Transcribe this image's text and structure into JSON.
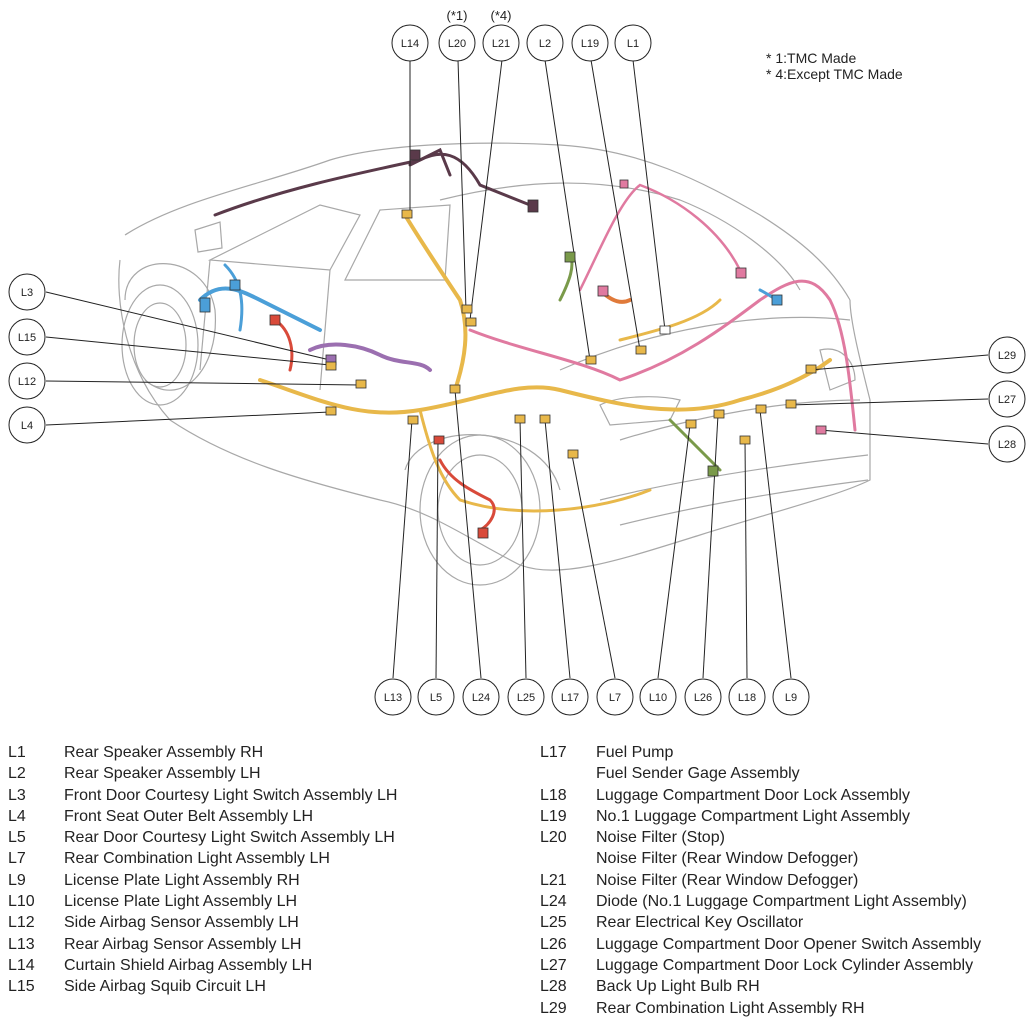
{
  "notes": {
    "note1": "* 1:TMC Made",
    "note4": "* 4:Except TMC Made"
  },
  "variant_marks": {
    "l20": "(*1)",
    "l21": "(*4)"
  },
  "callouts": {
    "top": [
      "L14",
      "L20",
      "L21",
      "L2",
      "L19",
      "L1"
    ],
    "left": [
      "L3",
      "L15",
      "L12",
      "L4"
    ],
    "right": [
      "L29",
      "L27",
      "L28"
    ],
    "bottom": [
      "L13",
      "L5",
      "L24",
      "L25",
      "L17",
      "L7",
      "L10",
      "L26",
      "L18",
      "L9"
    ]
  },
  "legend_left": [
    {
      "code": "L1",
      "desc": "Rear Speaker Assembly RH"
    },
    {
      "code": "L2",
      "desc": "Rear Speaker Assembly LH"
    },
    {
      "code": "L3",
      "desc": "Front Door Courtesy Light Switch Assembly LH"
    },
    {
      "code": "L4",
      "desc": "Front Seat Outer Belt Assembly LH"
    },
    {
      "code": "L5",
      "desc": "Rear Door Courtesy Light Switch Assembly LH"
    },
    {
      "code": "L7",
      "desc": "Rear Combination Light Assembly LH"
    },
    {
      "code": "L9",
      "desc": "License Plate Light Assembly RH"
    },
    {
      "code": "L10",
      "desc": "License Plate Light Assembly LH"
    },
    {
      "code": "L12",
      "desc": "Side Airbag Sensor Assembly LH"
    },
    {
      "code": "L13",
      "desc": "Rear Airbag Sensor Assembly LH"
    },
    {
      "code": "L14",
      "desc": "Curtain Shield Airbag Assembly LH"
    },
    {
      "code": "L15",
      "desc": "Side Airbag Squib Circuit LH"
    }
  ],
  "legend_right": [
    {
      "code": "L17",
      "desc": "Fuel Pump"
    },
    {
      "code": "",
      "desc": "Fuel Sender Gage Assembly"
    },
    {
      "code": "L18",
      "desc": "Luggage Compartment Door Lock Assembly"
    },
    {
      "code": "L19",
      "desc": "No.1 Luggage Compartment Light Assembly"
    },
    {
      "code": "L20",
      "desc": "Noise Filter (Stop)"
    },
    {
      "code": "",
      "desc": "Noise Filter (Rear Window Defogger)"
    },
    {
      "code": "L21",
      "desc": "Noise Filter (Rear Window Defogger)"
    },
    {
      "code": "L24",
      "desc": "Diode (No.1 Luggage Compartment Light Assembly)"
    },
    {
      "code": "L25",
      "desc": "Rear Electrical Key Oscillator"
    },
    {
      "code": "L26",
      "desc": "Luggage Compartment Door Opener Switch Assembly"
    },
    {
      "code": "L27",
      "desc": "Luggage Compartment Door Lock Cylinder Assembly"
    },
    {
      "code": "L28",
      "desc": "Back Up Light Bulb RH"
    },
    {
      "code": "L29",
      "desc": "Rear Combination Light Assembly RH"
    }
  ],
  "colors": {
    "harness_yellow": "#e8b84a",
    "harness_pink": "#e07aa0",
    "harness_purple": "#9b6fb0",
    "harness_blue": "#4b9fd8",
    "harness_red": "#d94a3a",
    "harness_dark": "#5a3a4a",
    "harness_green": "#7a9a4a",
    "outline": "#9a9a9a"
  }
}
